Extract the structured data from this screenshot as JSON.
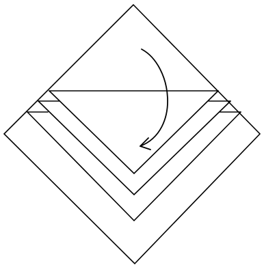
{
  "diagram": {
    "type": "origami-fold-step",
    "colors": {
      "background": "#ffffff",
      "stroke": "#000000"
    },
    "elements": {
      "outer_square": "outer-square",
      "crease_line": "horizontal-crease-line",
      "folded_layers": "folded-layers",
      "fold_arrow": "curved-fold-arrow"
    }
  }
}
